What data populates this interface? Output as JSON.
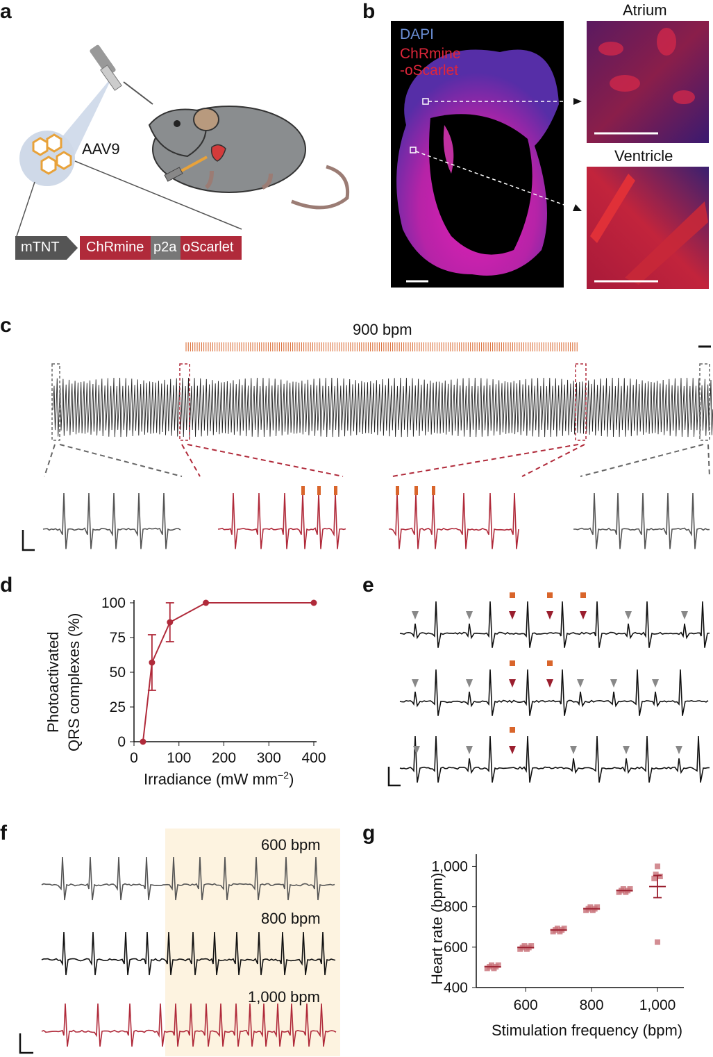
{
  "panels": {
    "a": "a",
    "b": "b",
    "c": "c",
    "d": "d",
    "e": "e",
    "f": "f",
    "g": "g"
  },
  "panel_a": {
    "vector_label": "AAV9",
    "construct": [
      "mTNT",
      "ChRmine",
      "p2a",
      "oScarlet"
    ]
  },
  "panel_b": {
    "legend_dapi": "DAPI",
    "legend_chrmine": "ChRmine",
    "legend_oscarlet": "-oScarlet",
    "inset_top_title": "Atrium",
    "inset_bottom_title": "Ventricle"
  },
  "panel_c": {
    "stim_label": "900 bpm"
  },
  "panel_f": {
    "labels": [
      "600 bpm",
      "800 bpm",
      "1,000 bpm"
    ]
  },
  "colors": {
    "red": "#b02a3a",
    "orange": "#d9652b",
    "grey": "#555555",
    "highlight": "#fdf3e0"
  },
  "chart_data": [
    {
      "type": "line",
      "panel": "d",
      "x": [
        20,
        40,
        80,
        160,
        400
      ],
      "series": [
        {
          "values": [
            0,
            57,
            86,
            100,
            100
          ],
          "err": [
            0,
            20,
            14,
            0,
            0
          ]
        }
      ],
      "ylabel_line1": "Photoactivated",
      "ylabel_line2": "QRS complexes (%)",
      "xlabel": "Irradiance (mW mm",
      "xlabel_sup": "−2",
      "xlabel_end": ")",
      "xticks": [
        "0",
        "100",
        "200",
        "300",
        "400"
      ],
      "yticks": [
        "0",
        "25",
        "50",
        "75",
        "100"
      ],
      "xlim": [
        0,
        400
      ],
      "ylim": [
        0,
        100
      ]
    },
    {
      "type": "scatter",
      "panel": "g",
      "x": [
        500,
        600,
        700,
        800,
        900,
        1000
      ],
      "series": [
        {
          "mean": [
            503,
            598,
            685,
            790,
            880,
            900
          ],
          "sd": [
            0,
            0,
            0,
            0,
            0,
            55
          ]
        }
      ],
      "ylabel": "Heart rate (bpm)",
      "xlabel": "Stimulation frequency (bpm)",
      "xticks": [
        "600",
        "800",
        "1,000"
      ],
      "yticks": [
        "400",
        "600",
        "800",
        "1,000"
      ],
      "xlim": [
        450,
        1080
      ],
      "ylim": [
        400,
        1060
      ]
    }
  ]
}
